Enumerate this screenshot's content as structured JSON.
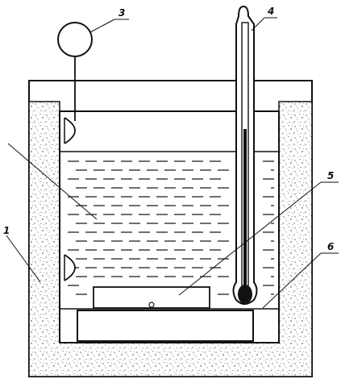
{
  "labels": {
    "insulation": "1",
    "gauge": "3",
    "thermometer": "4",
    "sample": "5",
    "plate": "6"
  },
  "colors": {
    "ink": "#111111",
    "speckle": "#222222",
    "background": "#ffffff"
  },
  "icons": {
    "gauge": "circle-dial-icon",
    "thermometer": "thermometer-icon"
  }
}
